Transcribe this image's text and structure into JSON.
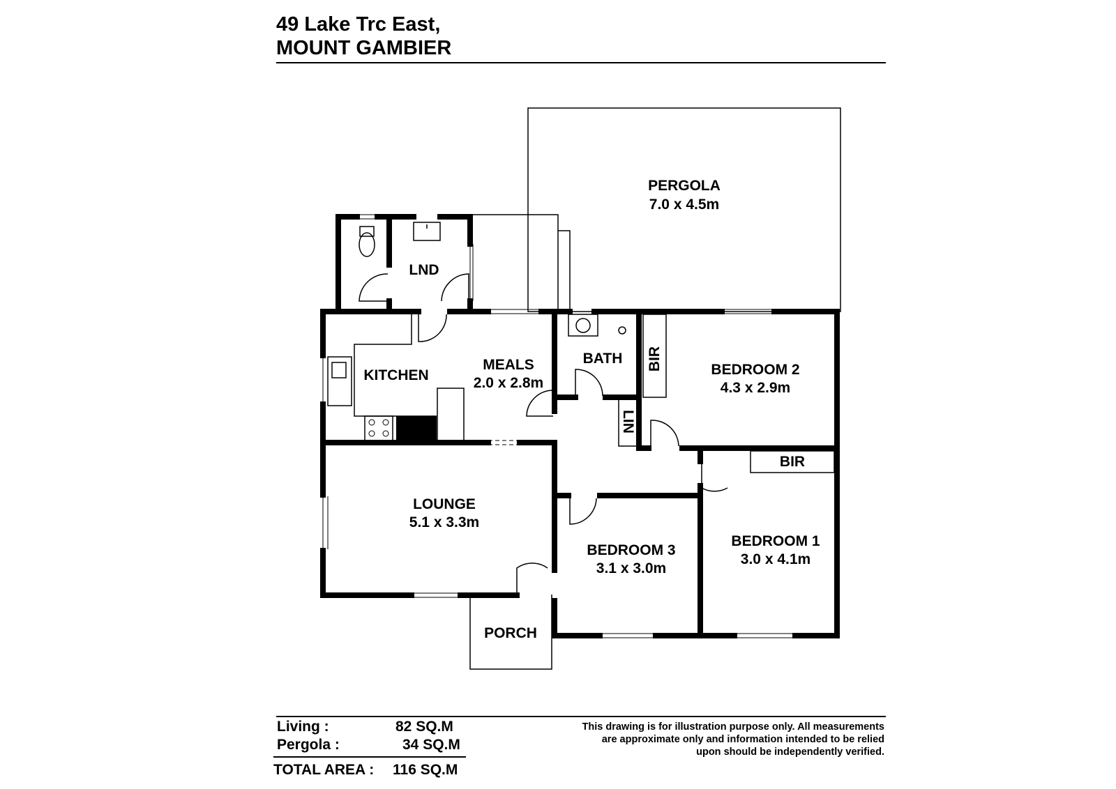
{
  "header": {
    "address_line1": "49 Lake Trc East,",
    "address_line2": "MOUNT GAMBIER"
  },
  "rooms": {
    "pergola": {
      "name": "PERGOLA",
      "size": "7.0 x 4.5m"
    },
    "lnd": {
      "name": "LND"
    },
    "kitchen": {
      "name": "KITCHEN"
    },
    "meals": {
      "name": "MEALS",
      "size": "2.0 x 2.8m"
    },
    "bath": {
      "name": "BATH"
    },
    "bir_top": {
      "name": "BIR"
    },
    "bedroom2": {
      "name": "BEDROOM 2",
      "size": "4.3 x 2.9m"
    },
    "lin": {
      "name": "LIN"
    },
    "bir_bed1": {
      "name": "BIR"
    },
    "lounge": {
      "name": "LOUNGE",
      "size": "5.1 x 3.3m"
    },
    "bedroom3": {
      "name": "BEDROOM 3",
      "size": "3.1 x 3.0m"
    },
    "bedroom1": {
      "name": "BEDROOM 1",
      "size": "3.0 x 4.1m"
    },
    "porch": {
      "name": "PORCH"
    }
  },
  "areas": {
    "living_label": "Living :",
    "living_value": "82 SQ.M",
    "pergola_label": "Pergola :",
    "pergola_value": "34 SQ.M",
    "total_label": "TOTAL AREA :",
    "total_value": "116 SQ.M"
  },
  "disclaimer": {
    "line1": "This drawing is for illustration purpose only. All measurements",
    "line2": "are approximate only and information intended to be relied",
    "line3": "upon should be independently verified."
  }
}
